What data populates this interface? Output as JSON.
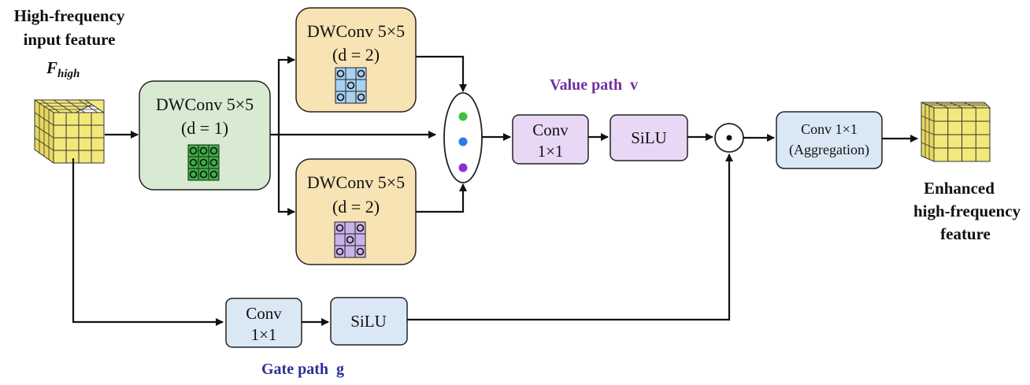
{
  "input": {
    "title_lines": [
      "High-frequency",
      "input feature"
    ],
    "symbol": "F",
    "subscript": "high"
  },
  "dwconv_d1": {
    "line1": "DWConv 5×5",
    "line2": "(d = 1)"
  },
  "dwconv_top": {
    "line1": "DWConv 5×5",
    "line2": "(d = 2)"
  },
  "dwconv_bottom": {
    "line1": "DWConv 5×5",
    "line2": "(d = 2)"
  },
  "value_path": {
    "label": "Value path",
    "symbol": "v",
    "color": "#7030a0"
  },
  "value_conv": {
    "line1": "Conv",
    "line2": "1×1"
  },
  "value_silu": {
    "label": "SiLU"
  },
  "gate_path": {
    "label": "Gate path",
    "symbol": "g",
    "color": "#2e3192"
  },
  "gate_conv": {
    "line1": "Conv",
    "line2": "1×1"
  },
  "gate_silu": {
    "label": "SiLU"
  },
  "multiply": {
    "symbol": "⊙"
  },
  "aggregation": {
    "line1": "Conv 1×1",
    "line2": "(Aggregation)"
  },
  "output": {
    "lines": [
      "Enhanced",
      "high-frequency",
      "feature"
    ]
  },
  "colors": {
    "green_box": "#d9ead3",
    "tan_box": "#f8e3b4",
    "lilac_box": "#e8d7f5",
    "blue_box": "#dae8f5",
    "cube": "#f3e97a",
    "dot_green": "#3cc23c",
    "dot_blue": "#2f79e0",
    "dot_purple": "#8e2fd0"
  }
}
